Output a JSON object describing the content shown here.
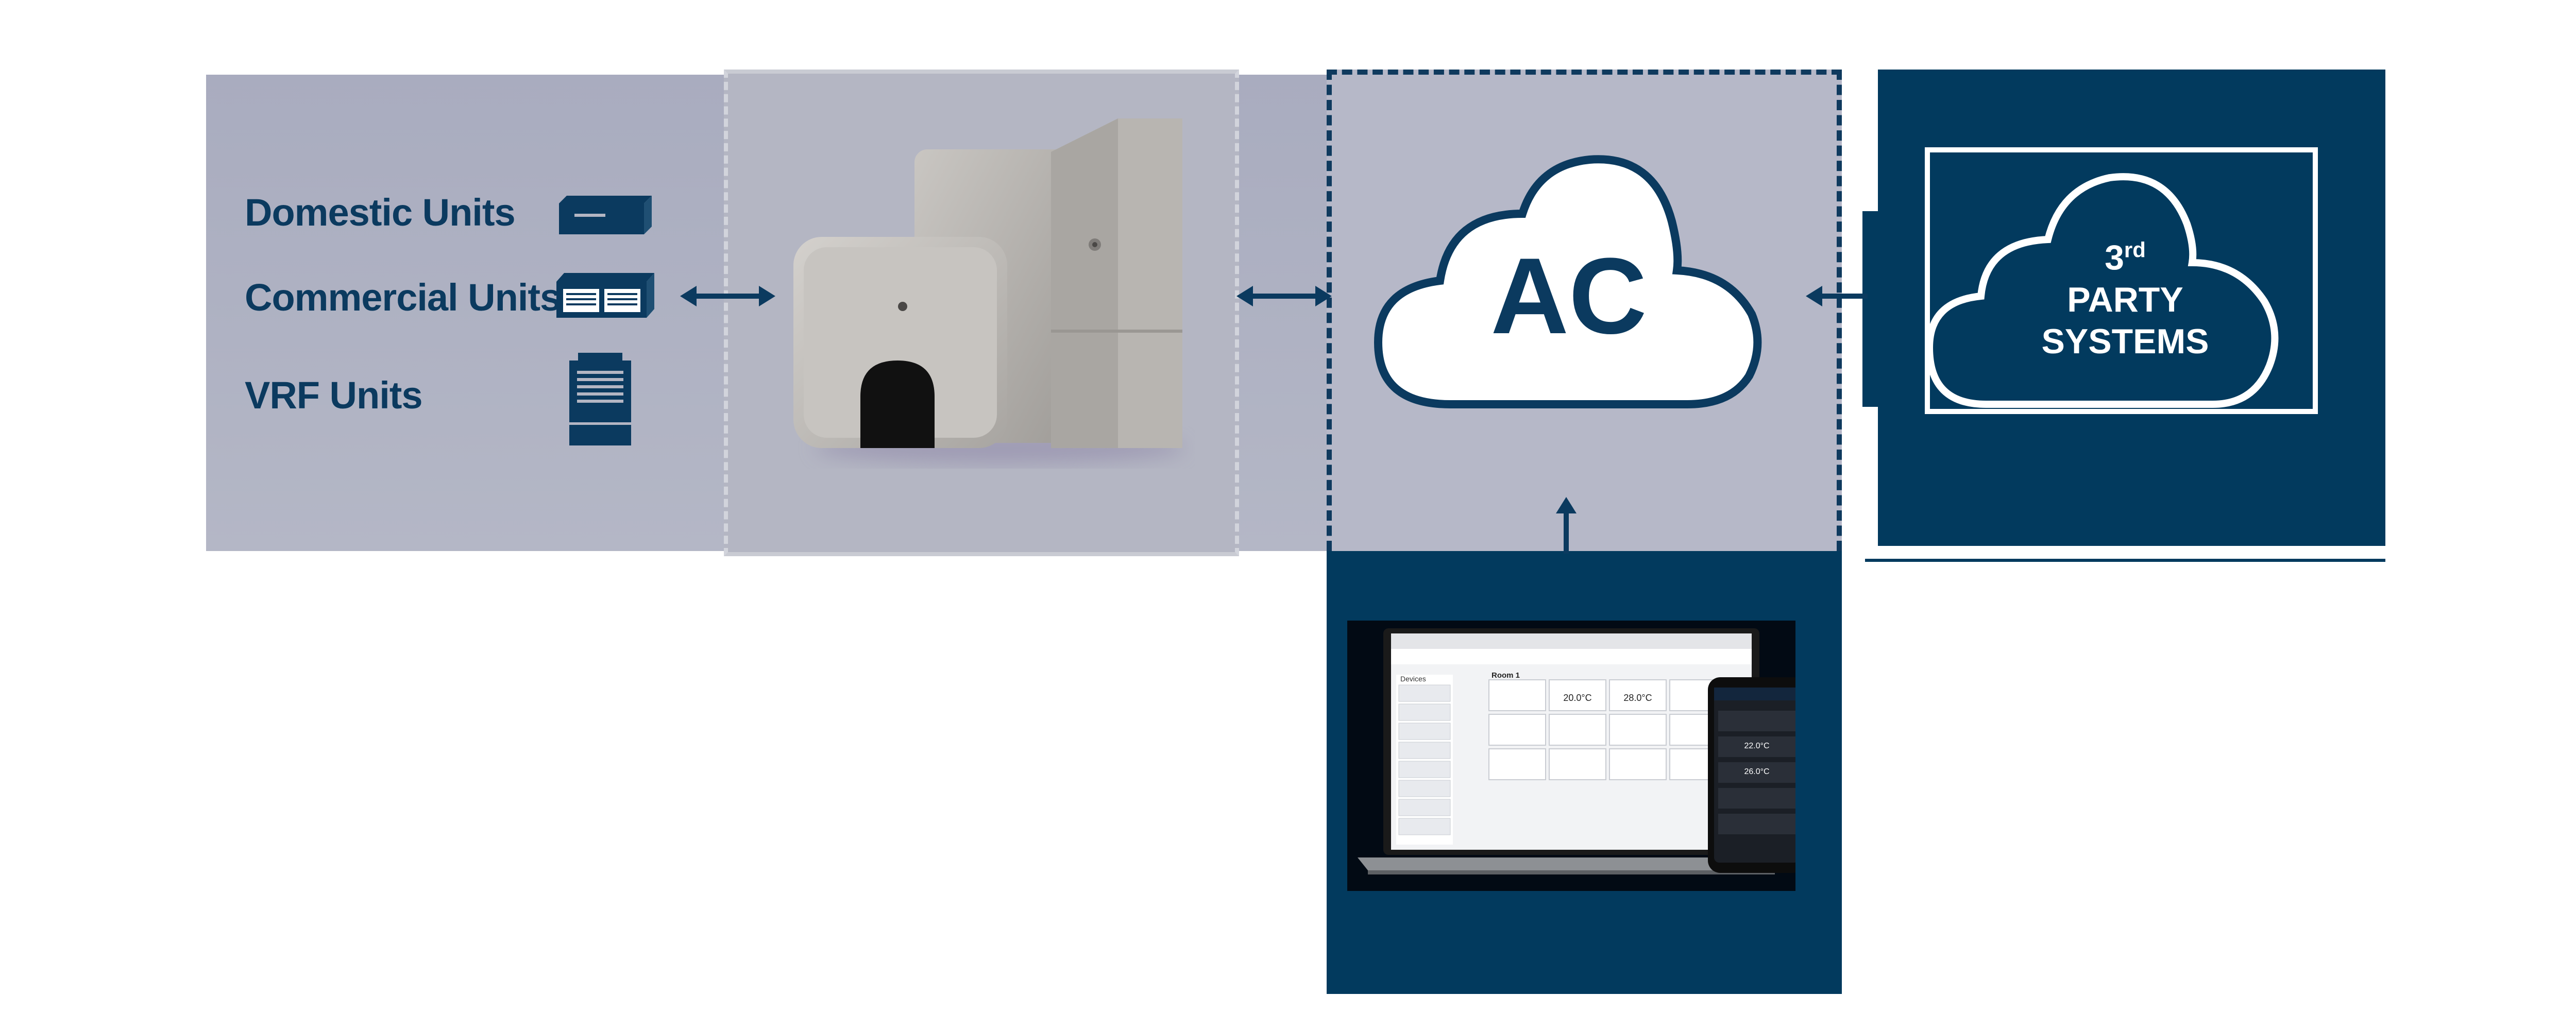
{
  "units": {
    "domestic": "Domestic Units",
    "commercial": "Commercial Units",
    "vrf": "VRF Units"
  },
  "cloud": {
    "label": "AC"
  },
  "third_party": {
    "line1_main": "3",
    "line1_sup": "rd",
    "line2": "PARTY",
    "line3": "SYSTEMS"
  },
  "app": {
    "devices_title": "Devices",
    "room_title": "Room 1",
    "setpoint_desktop": "20.0°C",
    "setpoint_desktop2": "28.0°C",
    "phone_temp1": "22.0°C",
    "phone_temp2": "26.0°C"
  },
  "colors": {
    "navy": "#023a5e",
    "panel_gray": "#b4b6c3"
  }
}
